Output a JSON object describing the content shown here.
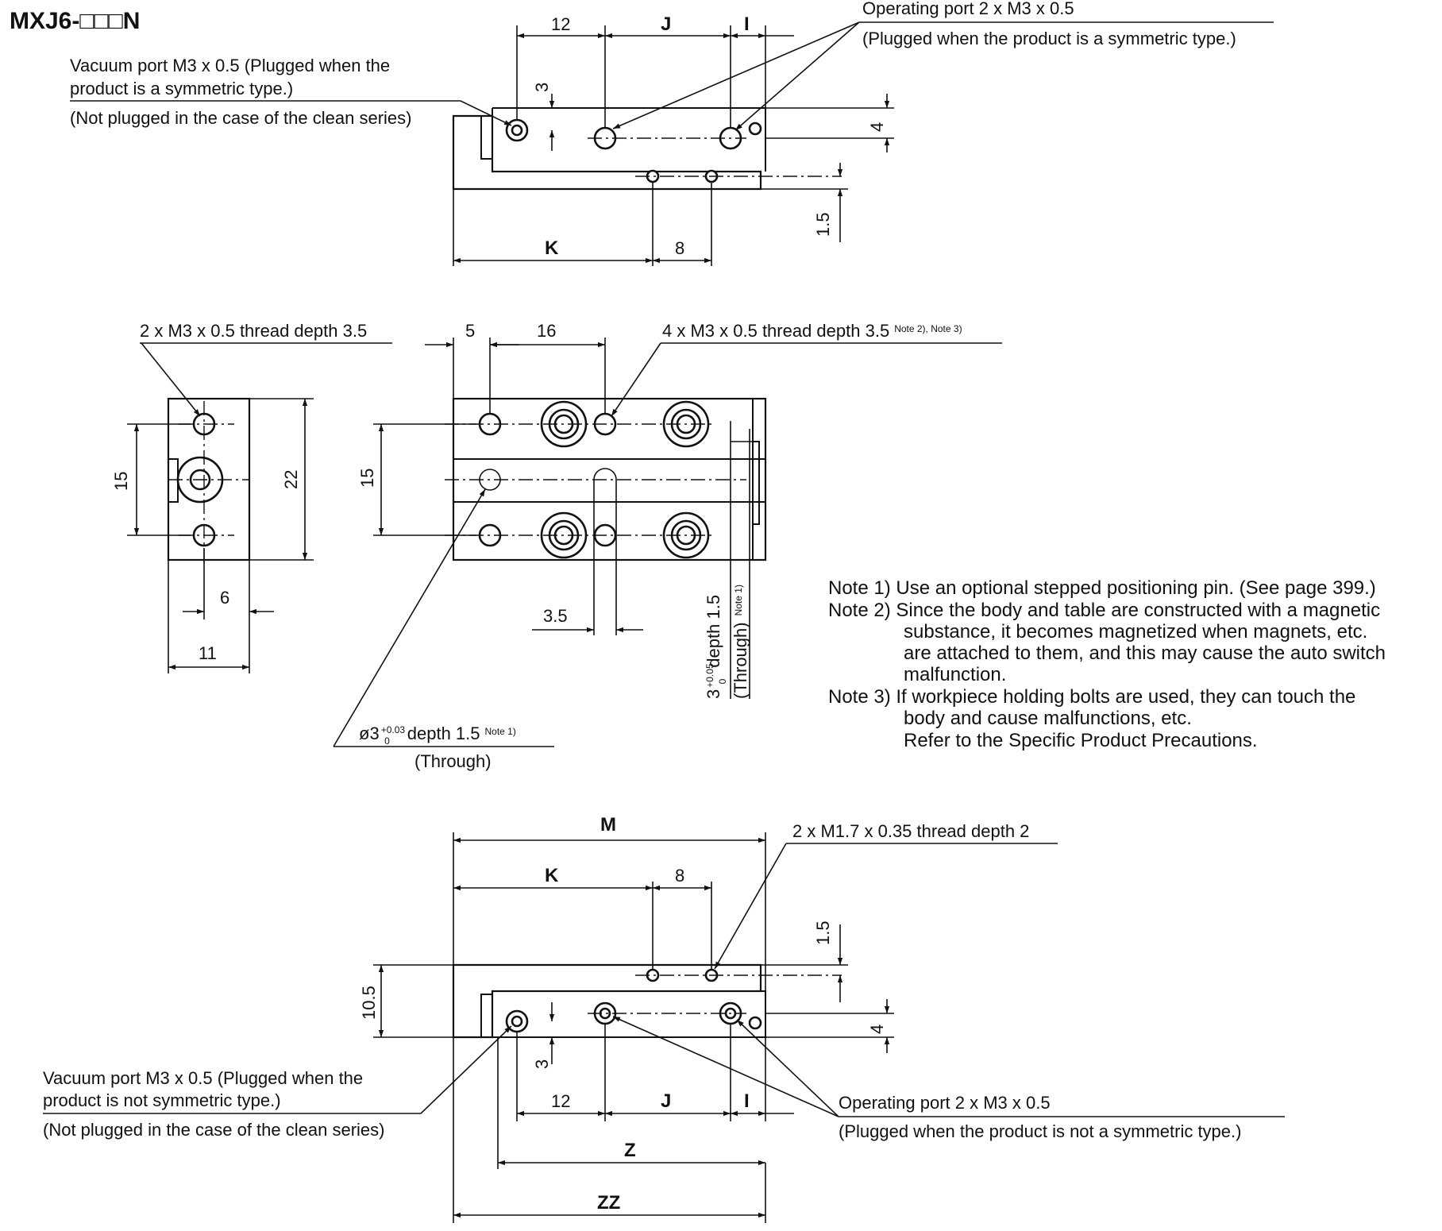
{
  "title": "MXJ6-□□□N",
  "top_view": {
    "operating_port": "Operating port 2 x M3 x 0.5",
    "operating_port_note": "(Plugged when the product is a symmetric type.)",
    "vacuum_port_line1": "Vacuum port M3 x 0.5 (Plugged when the",
    "vacuum_port_line2": "product is a symmetric type.)",
    "vacuum_port_note": "(Not plugged in the case of the clean series)",
    "dim_12": "12",
    "dim_J": "J",
    "dim_I": "I",
    "dim_3": "3",
    "dim_4": "4",
    "dim_1_5": "1.5",
    "dim_K": "K",
    "dim_8": "8"
  },
  "side_view": {
    "thread_left": "2 x M3 x 0.5 thread depth 3.5",
    "dim_15": "15",
    "dim_22": "22",
    "dim_6": "6",
    "dim_11": "11"
  },
  "front_view": {
    "thread_4x": "4 x M3 x 0.5 thread depth 3.5",
    "thread_4x_note": "Note 2), Note 3)",
    "dim_5": "5",
    "dim_16": "16",
    "dim_15": "15",
    "dim_3_5": "3.5",
    "pin_hole_vertical": "3",
    "pin_hole_tol_upper": "+0.05",
    "pin_hole_tol_lower": "0",
    "pin_hole_depth": "depth 1.5",
    "pin_hole_note": "Note 1)",
    "pin_hole_through": "(Through)",
    "phi_hole": "ø3",
    "phi_tol_upper": "+0.03",
    "phi_tol_lower": "0",
    "phi_depth": "depth 1.5",
    "phi_note": "Note 1)",
    "phi_through": "(Through)"
  },
  "notes": {
    "note1": "Note 1) Use an optional stepped positioning pin. (See page 399.)",
    "note2_a": "Note 2) Since the body and table are constructed with a magnetic",
    "note2_b": "substance, it becomes magnetized when magnets, etc.",
    "note2_c": "are attached to them, and this may cause the auto switch",
    "note2_d": "malfunction.",
    "note3_a": "Note 3) If workpiece holding bolts are used, they can touch the",
    "note3_b": "body and cause malfunctions, etc.",
    "note3_c": "Refer to the Specific Product Precautions."
  },
  "bottom_view": {
    "dim_M": "M",
    "dim_K": "K",
    "dim_8": "8",
    "thread_small": "2 x M1.7 x 0.35 thread depth 2",
    "dim_1_5": "1.5",
    "dim_10_5": "10.5",
    "dim_4": "4",
    "dim_3": "3",
    "dim_12": "12",
    "dim_J": "J",
    "dim_I": "I",
    "dim_Z": "Z",
    "dim_ZZ": "ZZ",
    "vacuum_port_line1": "Vacuum port M3 x 0.5 (Plugged when the",
    "vacuum_port_line2": "product is not symmetric type.)",
    "vacuum_port_note": "(Not plugged in the case of the clean series)",
    "operating_port": "Operating port 2 x M3 x 0.5",
    "operating_port_note": "(Plugged when the product is not a symmetric type.)"
  }
}
